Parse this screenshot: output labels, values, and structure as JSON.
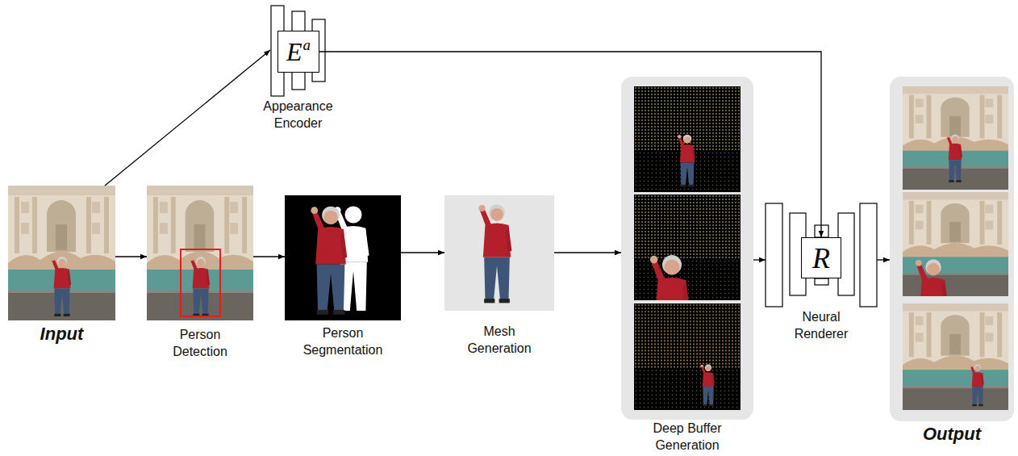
{
  "diagram": {
    "nodes": [
      {
        "text": [
          "Appearance Encoder"
        ]
      },
      {
        "text": [
          "E",
          "a"
        ],
        "in": 0
      },
      {
        "text": [
          "Input"
        ]
      },
      {
        "text": [
          "Person Detection"
        ]
      },
      {
        "text": [
          "Person Segmentation"
        ]
      },
      {
        "text": [
          "Mesh Generation"
        ]
      },
      {
        "text": [
          "Deep Buffer Generation"
        ]
      },
      {
        "text": [
          "Neural Renderer"
        ]
      },
      {
        "text": [
          "R"
        ],
        "in": 7
      },
      {
        "text": [
          "Output"
        ]
      }
    ],
    "edges": [
      {
        "from": 2,
        "to": 0,
        "arrow": "to"
      },
      {
        "from": 2,
        "to": 3,
        "arrow": "to"
      },
      {
        "from": 3,
        "to": 4,
        "arrow": "to"
      },
      {
        "from": 4,
        "to": 5,
        "arrow": "to"
      },
      {
        "from": 5,
        "to": 6,
        "arrow": "to"
      },
      {
        "from": 6,
        "to": 7,
        "arrow": "to"
      },
      {
        "from": 1,
        "to": 8,
        "arrow": "to"
      },
      {
        "from": 7,
        "to": 9,
        "arrow": "to"
      }
    ]
  }
}
